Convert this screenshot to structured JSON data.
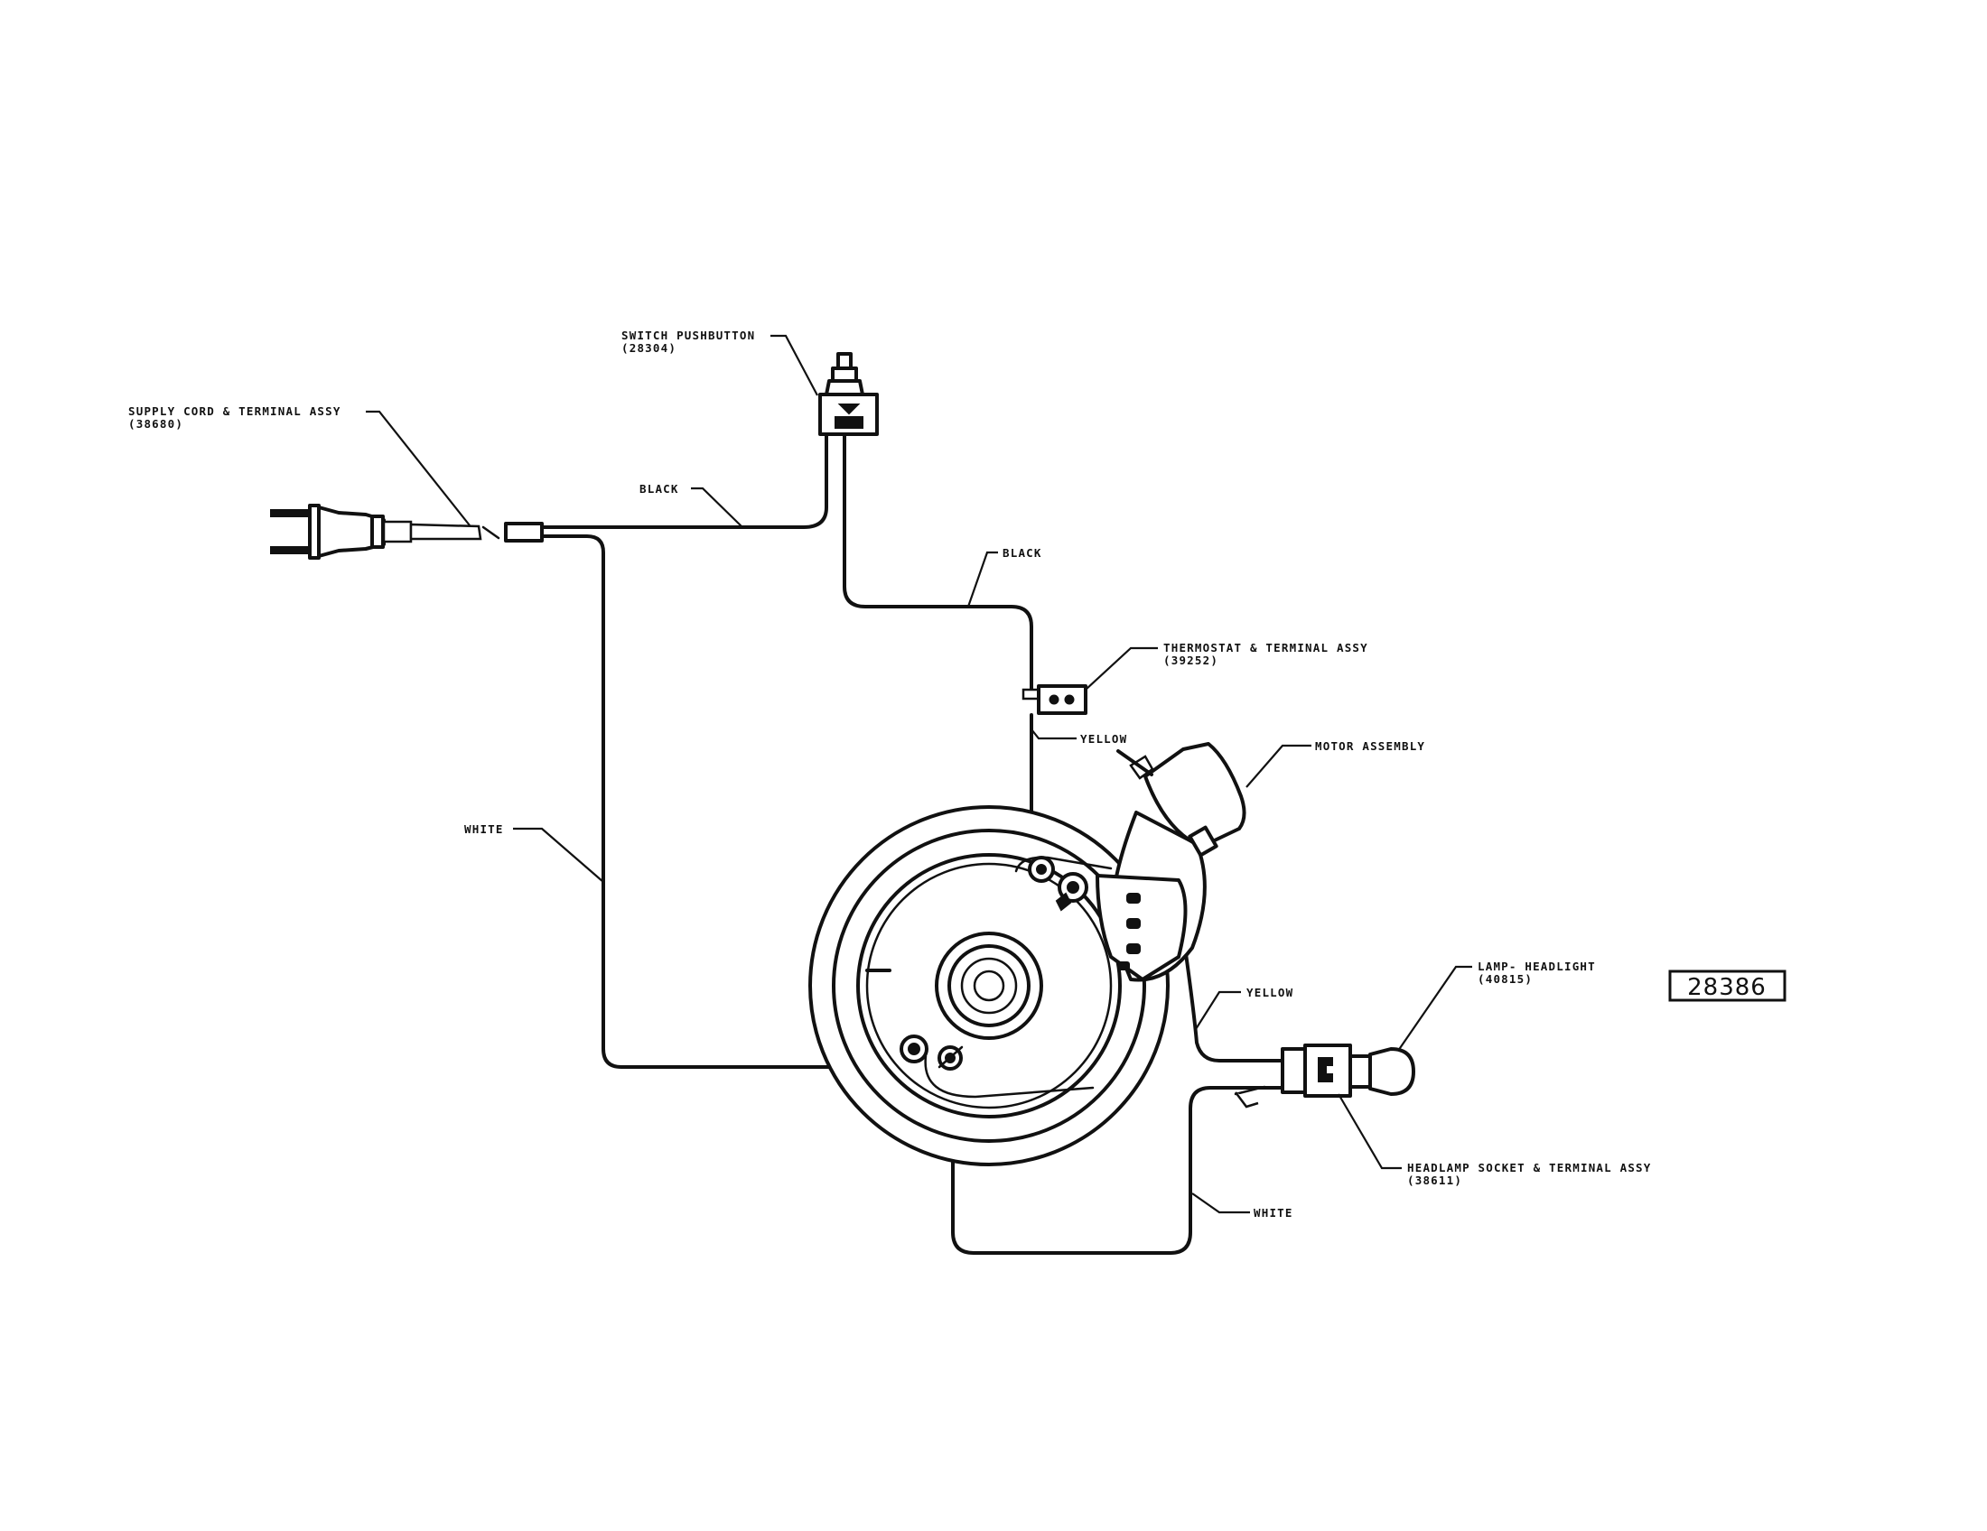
{
  "labels": {
    "supply_cord": "SUPPLY CORD & TERMINAL ASSY",
    "supply_cord_part": "(38680)",
    "switch": "SWITCH PUSHBUTTON",
    "switch_part": "(28304)",
    "black_1": "BLACK",
    "black_2": "BLACK",
    "thermostat": "THERMOSTAT & TERMINAL ASSY",
    "thermostat_part": "(39252)",
    "yellow_1": "YELLOW",
    "motor": "MOTOR ASSEMBLY",
    "white_1": "WHITE",
    "yellow_2": "YELLOW",
    "lamp": "LAMP- HEADLIGHT",
    "lamp_part": "(40815)",
    "headlamp_socket": "HEADLAMP SOCKET & TERMINAL ASSY",
    "headlamp_socket_part": "(38611)",
    "white_2": "WHITE"
  },
  "drawing_number": "28386"
}
